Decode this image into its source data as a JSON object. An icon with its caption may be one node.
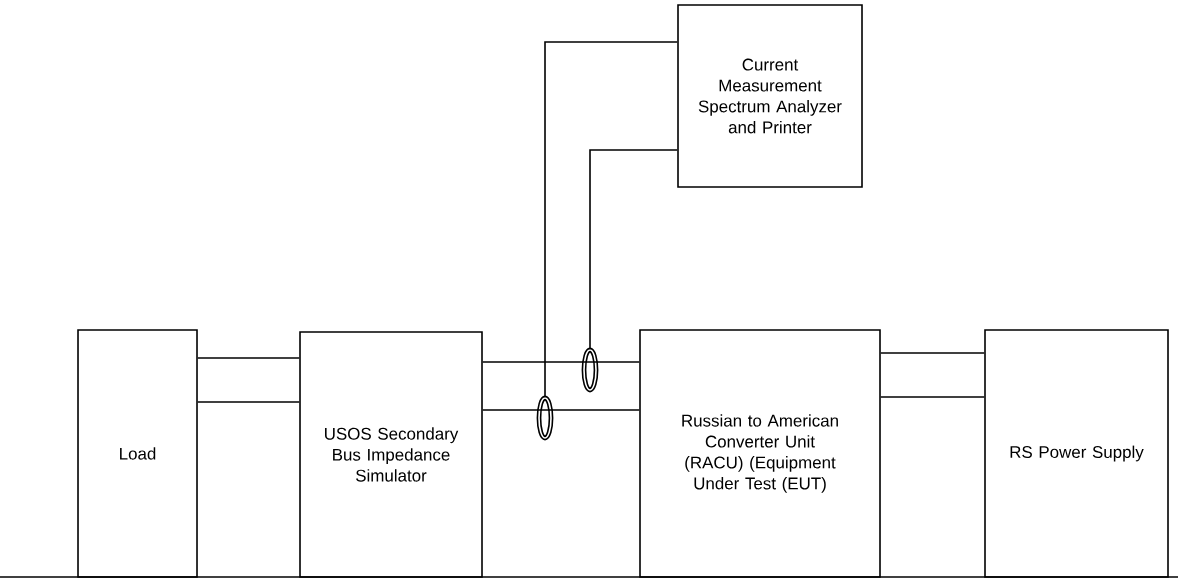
{
  "diagram": {
    "nodes": [
      {
        "text": [
          "Load"
        ]
      },
      {
        "text": [
          "USOS Secondary Bus Impedance Simulator"
        ]
      },
      {
        "text": [
          "Russian to American Converter Unit (RACU) (Equipment Under Test (EUT)"
        ]
      },
      {
        "text": [
          "RS Power Supply"
        ]
      },
      {
        "text": [
          "Current Measurement Spectrum Analyzer and Printer"
        ]
      },
      {
        "text": [],
        "shape": "ellipse"
      },
      {
        "text": [],
        "shape": "ellipse"
      }
    ],
    "edges": [
      {
        "from": 0,
        "to": 1,
        "arrow": "none"
      },
      {
        "from": 0,
        "to": 1,
        "arrow": "none"
      },
      {
        "from": 1,
        "to": 2,
        "arrow": "none"
      },
      {
        "from": 1,
        "to": 2,
        "arrow": "none"
      },
      {
        "from": 2,
        "to": 3,
        "arrow": "none"
      },
      {
        "from": 2,
        "to": 3,
        "arrow": "none"
      },
      {
        "from": 4,
        "to": 5,
        "arrow": "none"
      },
      {
        "from": 4,
        "to": 6,
        "arrow": "none"
      }
    ]
  }
}
